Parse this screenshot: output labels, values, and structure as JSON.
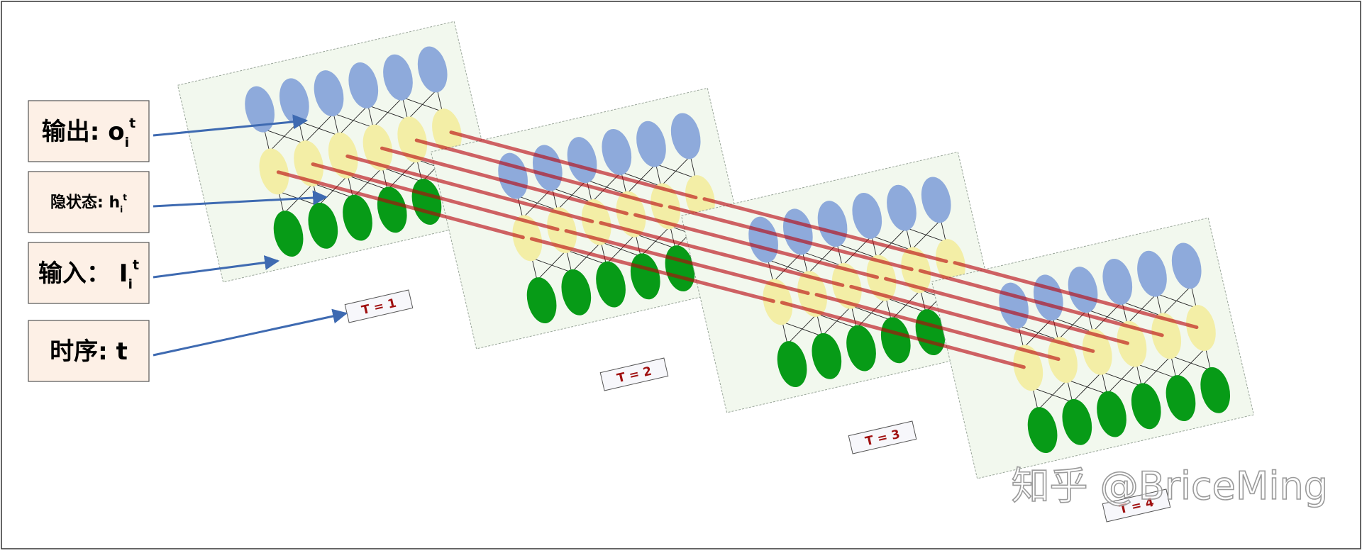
{
  "legend": [
    {
      "key": "output",
      "text": "输出: o",
      "sub": "i",
      "sup": "t"
    },
    {
      "key": "hidden",
      "text": "隐状态: h",
      "sub": "i",
      "sup": "t"
    },
    {
      "key": "input",
      "text": "输入： I",
      "sub": "i",
      "sup": "t"
    },
    {
      "key": "time",
      "text": "时序: t",
      "sub": "",
      "sup": ""
    }
  ],
  "time_steps": [
    {
      "label": "T = 1"
    },
    {
      "label": "T = 2"
    },
    {
      "label": "T = 3"
    },
    {
      "label": "T = 4"
    }
  ],
  "watermark": "知乎 @BriceMing",
  "colors": {
    "output_node": "#8eaadb",
    "hidden_node": "#f3eea6",
    "input_node": "#079b17",
    "panel_fill": "#f2f8ee",
    "recurrent_line": "#b8050d",
    "legend_fill": "#fdf0e6",
    "arrow": "#3e6ab1",
    "label_text": "#a01010"
  }
}
